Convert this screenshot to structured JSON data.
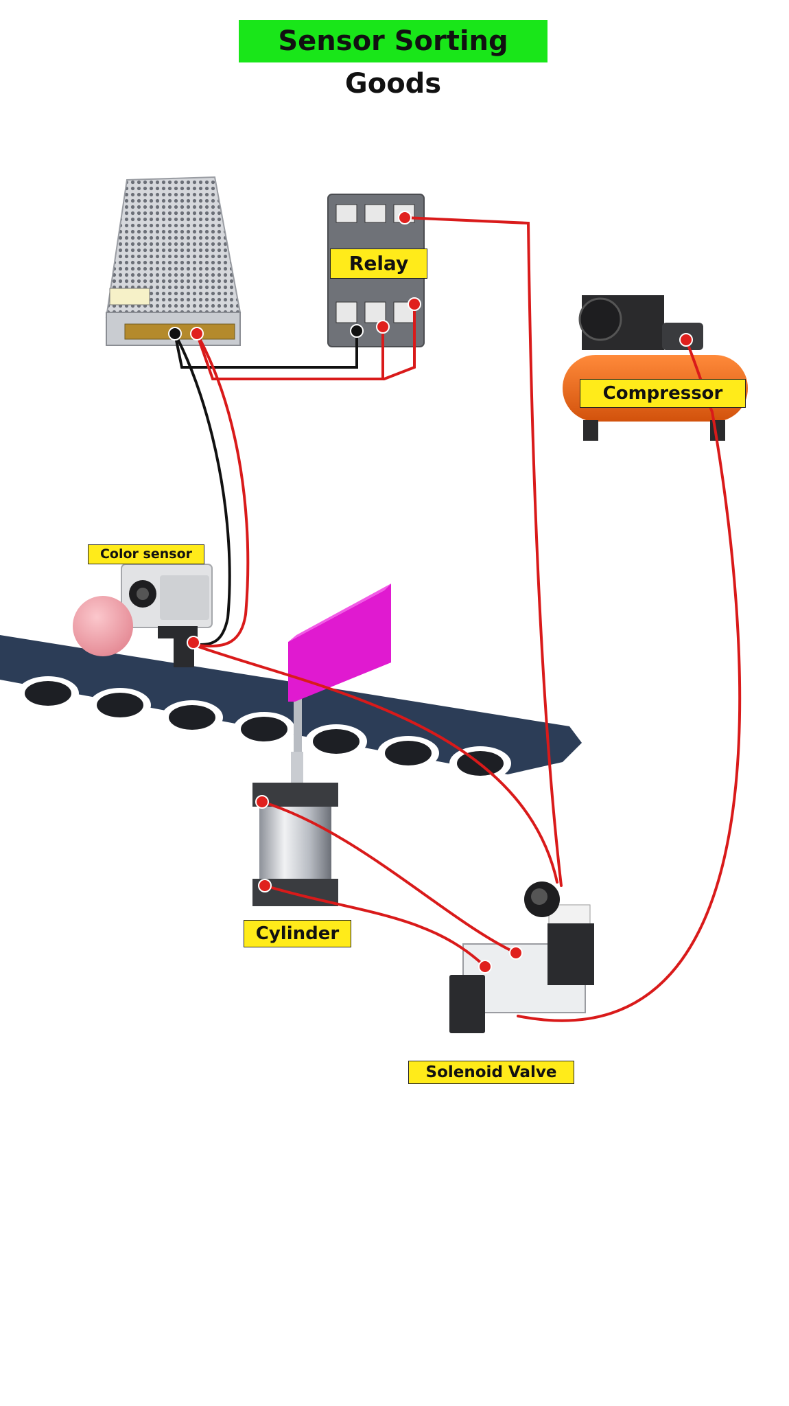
{
  "title": "Sensor Sorting Goods",
  "labels": {
    "relay": "Relay",
    "compressor": "Compressor",
    "color_sensor": "Color sensor",
    "cylinder": "Cylinder",
    "solenoid_valve": "Solenoid Valve"
  },
  "colors": {
    "title_bg": "#19e619",
    "label_bg": "#ffeb1a",
    "wire_red": "#d91a1a",
    "wire_black": "#111111",
    "belt": "#2c3d57",
    "pusher": "#e01ad0",
    "ball": "#f29aa3",
    "compressor": "#f06a1a"
  },
  "icons": [
    "power-supply-icon",
    "relay-icon",
    "compressor-icon",
    "color-sensor-icon",
    "conveyor-belt-icon",
    "pusher-plate-icon",
    "pneumatic-cylinder-icon",
    "solenoid-valve-icon",
    "ball-icon"
  ]
}
